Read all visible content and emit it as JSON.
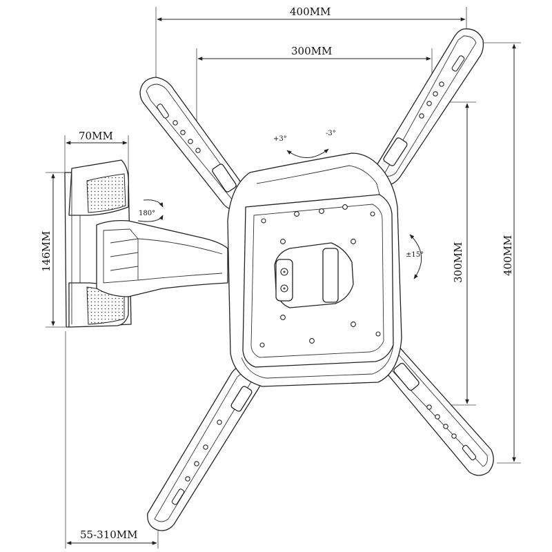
{
  "dimensions": {
    "top_outer": "400MM",
    "top_inner": "300MM",
    "wall_width": "70MM",
    "wall_height": "146MM",
    "right_inner": "300MM",
    "right_outer": "400MM",
    "extension": "55-310MM"
  },
  "rotation": {
    "swivel": "180°",
    "tilt_up": "+3°",
    "tilt_down": "-3°",
    "rotate": "±15°"
  }
}
